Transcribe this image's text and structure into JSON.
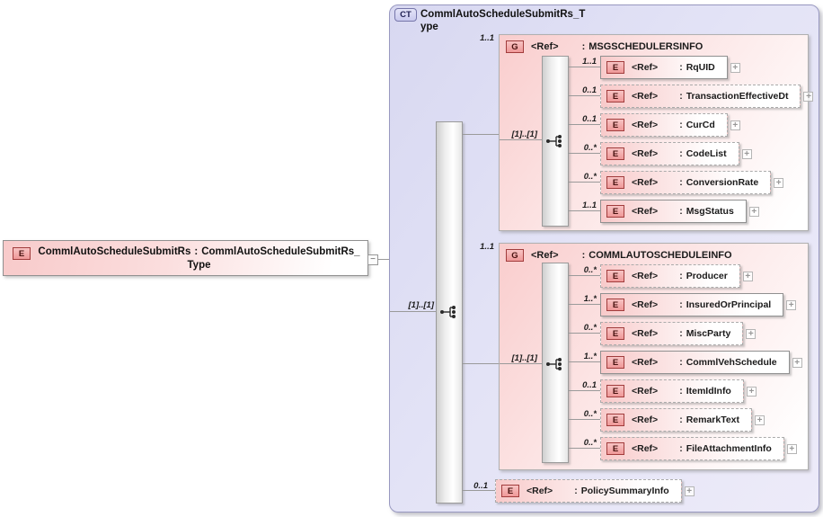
{
  "colors": {
    "complex_type_fill": "#dcdcf4",
    "complex_type_border": "#9898c0",
    "group_fill": "#f8cdcd",
    "element_fill": "#f7c9c9",
    "badge_fill": "#ef9898",
    "badge_border": "#a13c3c",
    "ct_badge_fill": "#c9c9ee",
    "ct_badge_border": "#7676aa",
    "connector": "#9a9a9a"
  },
  "diagram": {
    "colon": ":",
    "plus": "+",
    "minus": "−",
    "root": {
      "badge": "E",
      "name": "CommlAutoScheduleSubmitRs",
      "type": "CommlAutoScheduleSubmitRs_Type"
    },
    "ct": {
      "badge": "CT",
      "title": "CommlAutoScheduleSubmitRs_Type",
      "compositor_cardinality": "[1]..[1]",
      "groups": [
        {
          "badge": "G",
          "ref": "<Ref>",
          "name": "MSGSCHEDULERSINFO",
          "cardinality": "1..1",
          "compositor_cardinality": "[1]..[1]",
          "children": [
            {
              "badge": "E",
              "ref": "<Ref>",
              "name": "RqUID",
              "cardinality": "1..1"
            },
            {
              "badge": "E",
              "ref": "<Ref>",
              "name": "TransactionEffectiveDt",
              "cardinality": "0..1"
            },
            {
              "badge": "E",
              "ref": "<Ref>",
              "name": "CurCd",
              "cardinality": "0..1"
            },
            {
              "badge": "E",
              "ref": "<Ref>",
              "name": "CodeList",
              "cardinality": "0..*"
            },
            {
              "badge": "E",
              "ref": "<Ref>",
              "name": "ConversionRate",
              "cardinality": "0..*"
            },
            {
              "badge": "E",
              "ref": "<Ref>",
              "name": "MsgStatus",
              "cardinality": "1..1"
            }
          ]
        },
        {
          "badge": "G",
          "ref": "<Ref>",
          "name": "COMMLAUTOSCHEDULEINFO",
          "cardinality": "1..1",
          "compositor_cardinality": "[1]..[1]",
          "children": [
            {
              "badge": "E",
              "ref": "<Ref>",
              "name": "Producer",
              "cardinality": "0..*"
            },
            {
              "badge": "E",
              "ref": "<Ref>",
              "name": "InsuredOrPrincipal",
              "cardinality": "1..*"
            },
            {
              "badge": "E",
              "ref": "<Ref>",
              "name": "MiscParty",
              "cardinality": "0..*"
            },
            {
              "badge": "E",
              "ref": "<Ref>",
              "name": "CommlVehSchedule",
              "cardinality": "1..*"
            },
            {
              "badge": "E",
              "ref": "<Ref>",
              "name": "ItemIdInfo",
              "cardinality": "0..1"
            },
            {
              "badge": "E",
              "ref": "<Ref>",
              "name": "RemarkText",
              "cardinality": "0..*"
            },
            {
              "badge": "E",
              "ref": "<Ref>",
              "name": "FileAttachmentInfo",
              "cardinality": "0..*"
            }
          ]
        }
      ],
      "trailing_element": {
        "badge": "E",
        "ref": "<Ref>",
        "name": "PolicySummaryInfo",
        "cardinality": "0..1"
      }
    }
  }
}
